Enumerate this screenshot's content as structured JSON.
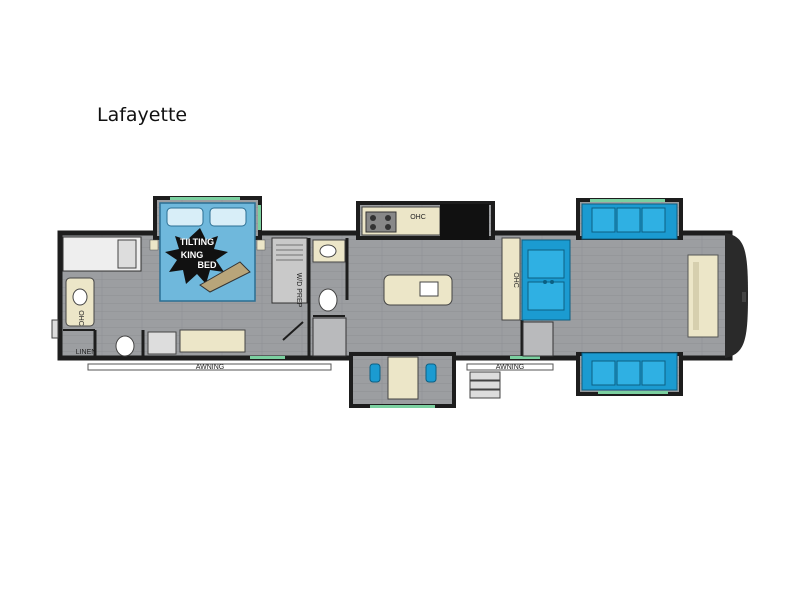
{
  "title": "Lafayette",
  "labels": {
    "ohc_top": "OHC",
    "ohc_side": "OHC",
    "wd_prep": "W/D PREP",
    "linen": "LINEN",
    "ohc_bath": "OHC",
    "awning_left": "AWNING",
    "awning_right": "AWNING",
    "bed_line1": "TILTING",
    "bed_line2": "KING",
    "bed_line3": "BED"
  },
  "colors": {
    "floor": "#9c9ea1",
    "walls": "#1d1d1d",
    "sofa": "#1b9bd1",
    "bed": "#6fb8dc",
    "counter": "#ece6c8",
    "window": "#7bd0a0",
    "burst": "#111111"
  }
}
